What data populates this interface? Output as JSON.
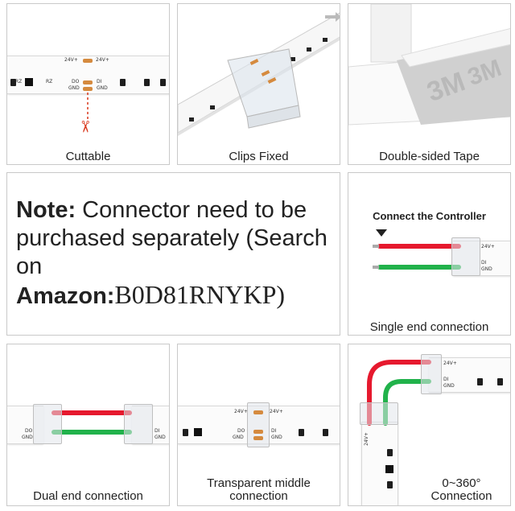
{
  "panels": {
    "cuttable": {
      "caption": "Cuttable",
      "labels": {
        "v1": "24V+",
        "v2": "24V+",
        "do": "DO",
        "di": "DI",
        "gnd1": "GND",
        "gnd2": "GND",
        "rz": "RZ",
        "rz2": "RZ"
      },
      "scissors_glyph": "✂"
    },
    "clips": {
      "caption": "Clips Fixed"
    },
    "tape": {
      "caption": "Double-sided Tape",
      "brand_print": "3M"
    },
    "note": {
      "title": "Note:",
      "body": "Connector need to be purchased separately (Search on",
      "store": "Amazon:",
      "code": "B0D81RNYKP)"
    },
    "single": {
      "heading": "Connect the Controller",
      "caption": "Single end connection",
      "labels": {
        "v": "24V+",
        "di": "DI",
        "gnd": "GND"
      }
    },
    "dual": {
      "caption": "Dual end connection",
      "labels": {
        "do": "DO",
        "gnd": "GND",
        "di": "DI",
        "gnd2": "GND"
      }
    },
    "middle": {
      "caption_line1": "Transparent middle",
      "caption_line2": "connection",
      "labels": {
        "v1": "24V+",
        "v2": "24V+",
        "do": "DO",
        "di": "DI",
        "gnd1": "GND",
        "gnd2": "GND"
      }
    },
    "corner": {
      "caption_line1": "0~360°",
      "caption_line2": "Connection",
      "labels": {
        "v": "24V+",
        "di": "DI",
        "gnd": "GND",
        "vv": "24V+"
      }
    }
  },
  "colors": {
    "red_wire": "#e6192e",
    "green_wire": "#21b24b",
    "copper": "#d58a3e",
    "scissors": "#d9361a"
  }
}
